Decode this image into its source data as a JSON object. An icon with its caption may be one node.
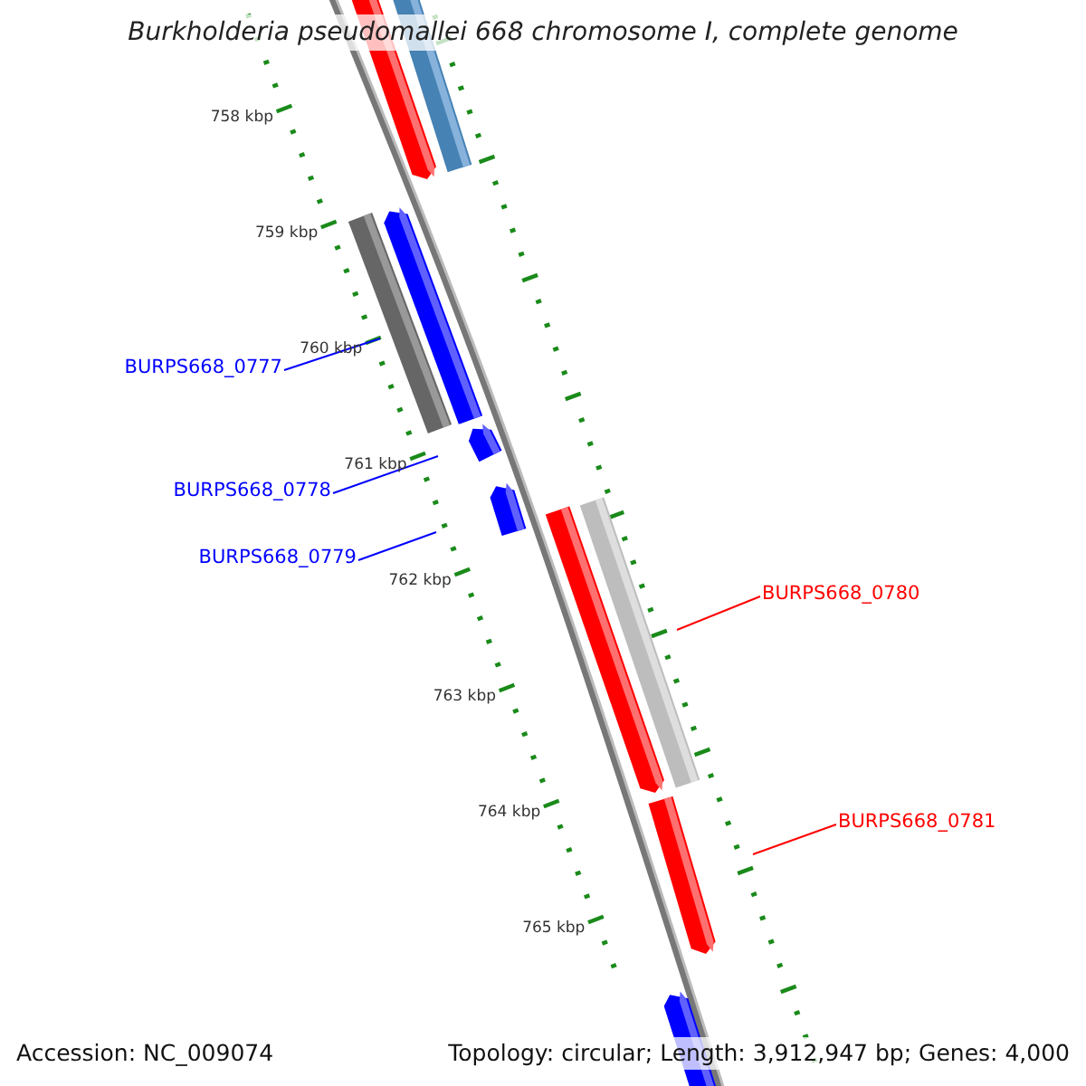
{
  "diagram": {
    "title": "Burkholderia pseudomallei 668 chromosome I, complete genome",
    "nodes": [
      {
        "text": [
          "BURPS668_0777"
        ]
      },
      {
        "text": [
          "BURPS668_0778"
        ]
      },
      {
        "text": [
          "BURPS668_0779"
        ]
      },
      {
        "text": [
          "BURPS668_0780"
        ]
      },
      {
        "text": [
          "BURPS668_0781"
        ]
      }
    ],
    "edges": [
      {
        "from": 0,
        "to": null,
        "arrow": "none",
        "color": "#0000ff"
      },
      {
        "from": 1,
        "to": null,
        "arrow": "none",
        "color": "#0000ff"
      },
      {
        "from": 2,
        "to": null,
        "arrow": "none",
        "color": "#0000ff"
      },
      {
        "from": 3,
        "to": null,
        "arrow": "none",
        "color": "#ff0000"
      },
      {
        "from": 4,
        "to": null,
        "arrow": "none",
        "color": "#ff0000"
      }
    ],
    "labels": [
      "758 kbp",
      "759 kbp",
      "760 kbp",
      "761 kbp",
      "762 kbp",
      "763 kbp",
      "764 kbp",
      "765 kbp",
      "Accession: NC_009074",
      "Topology: circular; Length: 3,912,947 bp; Genes: 4,000"
    ]
  }
}
